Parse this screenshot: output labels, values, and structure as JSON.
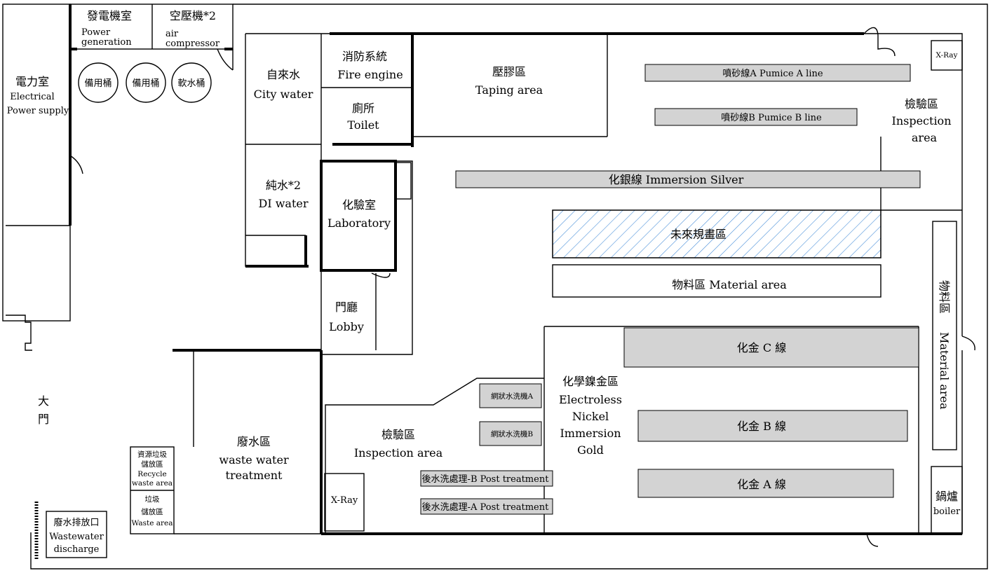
{
  "rooms": {
    "electrical_zh": "電力室",
    "electrical_en1": "Electrical",
    "electrical_en2": "Power supply",
    "power_zh": "發電機室",
    "power_en1": "Power",
    "power_en2": "generation",
    "aircomp_zh": "空壓機*2",
    "aircomp_en1": "air",
    "aircomp_en2": "compressor",
    "tank1": "備用桶",
    "tank2": "備用桶",
    "tank3": "軟水桶",
    "city_zh": "自來水",
    "city_en": "City water",
    "fire_zh": "消防系統",
    "fire_en": "Fire engine",
    "toilet_zh": "廁所",
    "toilet_en": "Toilet",
    "taping_zh": "壓膠區",
    "taping_en": "Taping area",
    "di_zh": "純水*2",
    "di_en": "DI water",
    "lab_zh": "化驗室",
    "lab_en": "Laboratory",
    "lobby_zh": "門廳",
    "lobby_en": "Lobby",
    "gate_1": "大",
    "gate_2": "門",
    "waste_zh": "廢水區",
    "waste_en1": "waste water",
    "waste_en2": "treatment",
    "recycle_zh1": "資源垃圾",
    "recycle_zh2": "儲放區",
    "recycle_en1": "Recycle",
    "recycle_en2": "waste area",
    "wastearea_zh1": "垃圾",
    "wastearea_zh2": "儲放區",
    "wastearea_en": "Waste area",
    "discharge_zh": "廢水排放口",
    "discharge_en1": "Wastewater",
    "discharge_en2": "discharge",
    "insp_left_zh": "檢驗區",
    "insp_left_en": "Inspection area",
    "xray_left": "X-Ray",
    "enig_zh": "化學鎳金區",
    "enig_en1": "Electroless",
    "enig_en2": "Nickel",
    "enig_en3": "Immersion",
    "enig_en4": "Gold",
    "insp_right_zh": "檢驗區",
    "insp_right_en1": "Inspection",
    "insp_right_en2": "area",
    "xray_right": "X-Ray",
    "future": "未來規畫區",
    "material_h": "物料區 Material area",
    "material_v_zh": "物料區",
    "material_v_en": "Material area",
    "boiler_zh": "鍋爐",
    "boiler_en": "boiler"
  },
  "lines": {
    "pumice_a": "噴砂線A Pumice A line",
    "pumice_b": "噴砂線B Pumice B line",
    "silver": "化銀線 Immersion Silver",
    "gold_c": "化金 C 線",
    "gold_b": "化金 B 線",
    "gold_a": "化金 A 線",
    "wash_a": "網狀水洗機A",
    "wash_b": "網狀水洗機B",
    "post_b": "後水洗處理-B Post treatment",
    "post_a": "後水洗處理-A Post treatment"
  },
  "colors": {
    "line_fill": "#d3d3d3",
    "future_hatch": "#4a90d9",
    "wall": "#000000"
  }
}
